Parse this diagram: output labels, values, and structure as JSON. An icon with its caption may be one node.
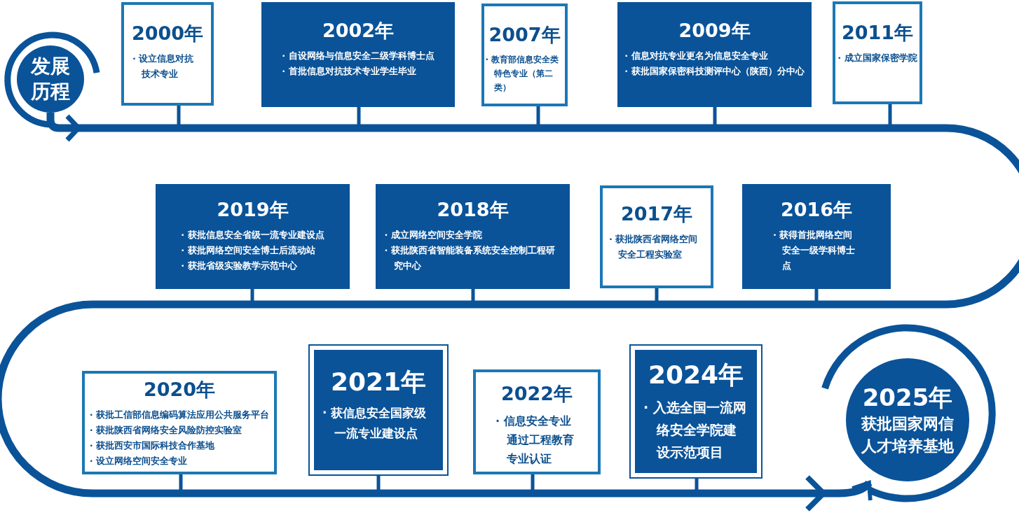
{
  "diagram": {
    "nodes": [
      {
        "text": [
          "发展历程"
        ]
      },
      {
        "text": [
          "2000年",
          "· 设立信息对抗技术专业"
        ]
      },
      {
        "text": [
          "2002年",
          "· 自设网络与信息安全二级学科博士点",
          "· 首批信息对抗技术专业学生毕业"
        ]
      },
      {
        "text": [
          "2007年",
          "· 教育部信息安全类特色专业（第二类）"
        ]
      },
      {
        "text": [
          "2009年",
          "· 信息对抗专业更名为信息安全专业",
          "· 获批国家保密科技测评中心（陕西）分中心"
        ]
      },
      {
        "text": [
          "2011年",
          "· 成立国家保密学院"
        ]
      },
      {
        "text": [
          "2019年",
          "· 获批信息安全省级一流专业建设点",
          "· 获批网络空间安全博士后流动站",
          "· 获批省级实验教学示范中心"
        ]
      },
      {
        "text": [
          "2018年",
          "· 成立网络空间安全学院",
          "· 获批陕西省智能装备系统安全控制工程研究中心"
        ]
      },
      {
        "text": [
          "2017年",
          "· 获批陕西省网络空间安全工程实验室"
        ]
      },
      {
        "text": [
          "2016年",
          "· 获得首批网络空间安全一级学科博士点"
        ]
      },
      {
        "text": [
          "2020年",
          "· 获批工信部信息编码算法应用公共服务平台",
          "· 获批陕西省网络安全风险防控实验室",
          "· 获批西安市国际科技合作基地",
          "· 设立网络空间安全专业"
        ]
      },
      {
        "text": [
          "2021年",
          "· 获信息安全国家级一流专业建设点"
        ]
      },
      {
        "text": [
          "2022年",
          "· 信息安全专业通过工程教育专业认证"
        ]
      },
      {
        "text": [
          "2024年",
          "· 入选全国一流网络安全学院建设示范项目"
        ]
      },
      {
        "text": [
          "2025年",
          "获批国家网信人才培养基地"
        ]
      }
    ],
    "edges": [
      {
        "from": 0,
        "to": 14,
        "arrow": "to",
        "style": "thick"
      },
      {
        "from": 1,
        "to": null,
        "arrow": "none"
      },
      {
        "from": 2,
        "to": null,
        "arrow": "none"
      },
      {
        "from": 3,
        "to": null,
        "arrow": "none"
      },
      {
        "from": 4,
        "to": null,
        "arrow": "none"
      },
      {
        "from": 5,
        "to": null,
        "arrow": "none"
      },
      {
        "from": 6,
        "to": null,
        "arrow": "none"
      },
      {
        "from": 7,
        "to": null,
        "arrow": "none"
      },
      {
        "from": 8,
        "to": null,
        "arrow": "none"
      },
      {
        "from": 9,
        "to": null,
        "arrow": "none"
      },
      {
        "from": 10,
        "to": null,
        "arrow": "none"
      },
      {
        "from": 11,
        "to": null,
        "arrow": "none"
      },
      {
        "from": 12,
        "to": null,
        "arrow": "none"
      },
      {
        "from": 13,
        "to": null,
        "arrow": "none"
      }
    ]
  }
}
